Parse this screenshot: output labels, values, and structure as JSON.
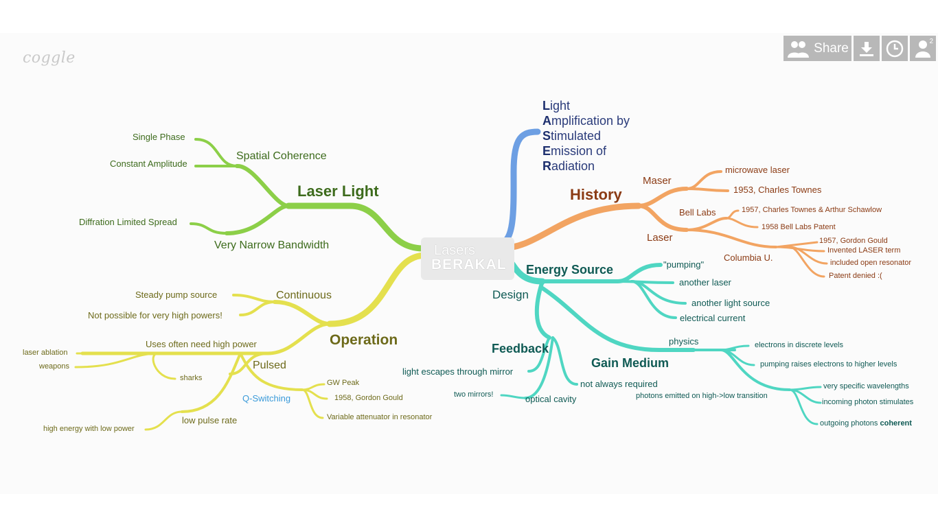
{
  "app": {
    "logo": "coggle"
  },
  "toolbar": {
    "share_label": "Share",
    "collaborator_count": "2"
  },
  "center": {
    "label": "Lasers",
    "watermark": "BERAKAL"
  },
  "acronym": [
    {
      "first": "L",
      "rest": "ight"
    },
    {
      "first": "A",
      "rest": "mplification by"
    },
    {
      "first": "S",
      "rest": "timulated"
    },
    {
      "first": "E",
      "rest": "mission of"
    },
    {
      "first": "R",
      "rest": "adiation"
    }
  ],
  "colors": {
    "green": "#8ccf48",
    "yellow": "#e4e04e",
    "blue": "#6d9fe3",
    "orange": "#f2a462",
    "teal": "#4fd6c2",
    "green_text": "#3d6b1c",
    "orange_text": "#8b3b14",
    "teal_text": "#0f5a54",
    "yellow_text": "#6d6a1a",
    "blue_text": "#3a9ad9"
  },
  "nodes": {
    "laser_light": "Laser Light",
    "spatial_coherence": "Spatial Coherence",
    "single_phase": "Single Phase",
    "constant_amplitude": "Constant Amplitude",
    "very_narrow_bandwidth": "Very Narrow Bandwidth",
    "diffraction": "Diffration Limited Spread",
    "operation": "Operation",
    "continuous": "Continuous",
    "steady_pump": "Steady pump source",
    "not_possible": "Not possible for very high powers!",
    "uses_high_power": "Uses often need high power",
    "laser_ablation": "laser ablation",
    "weapons": "weapons",
    "sharks": "sharks",
    "pulsed": "Pulsed",
    "q_switching": "Q-Switching",
    "gw_peak": "GW Peak",
    "gould_1958": "1958, Gordon Gould",
    "variable_attenuator": "Variable attenuator in resonator",
    "low_pulse_rate": "low pulse rate",
    "high_energy": "high energy with low power",
    "history": "History",
    "maser": "Maser",
    "microwave_laser": "microwave laser",
    "townes_1953": "1953, Charles Townes",
    "bell_labs": "Bell Labs",
    "townes_schawlow": "1957, Charles Townes & Arthur Schawlow",
    "bell_patent": "1958 Bell Labs Patent",
    "laser": "Laser",
    "columbia": "Columbia U.",
    "gould_1957": "1957, Gordon Gould",
    "invented_term": "Invented LASER term",
    "open_resonator": "included open resonator",
    "patent_denied": "Patent denied :(",
    "design": "Design",
    "energy_source": "Energy Source",
    "pumping": "\"pumping\"",
    "another_laser": "another laser",
    "another_light": "another light source",
    "electrical_current": "electrical current",
    "feedback": "Feedback",
    "light_escapes": "light escapes through mirror",
    "not_always": "not always required",
    "two_mirrors": "two mirrors!",
    "optical_cavity": "optical cavity",
    "gain_medium": "Gain Medium",
    "physics": "physics",
    "discrete_levels": "electrons in discrete levels",
    "pumping_raises": "pumping raises electrons to higher levels",
    "photons_emitted": "photons emitted on high->low transition",
    "specific_wavelengths": "very specific wavelengths",
    "incoming_photon": "incoming photon stimulates",
    "outgoing_photons": "outgoing photons",
    "coherent": "coherent"
  }
}
